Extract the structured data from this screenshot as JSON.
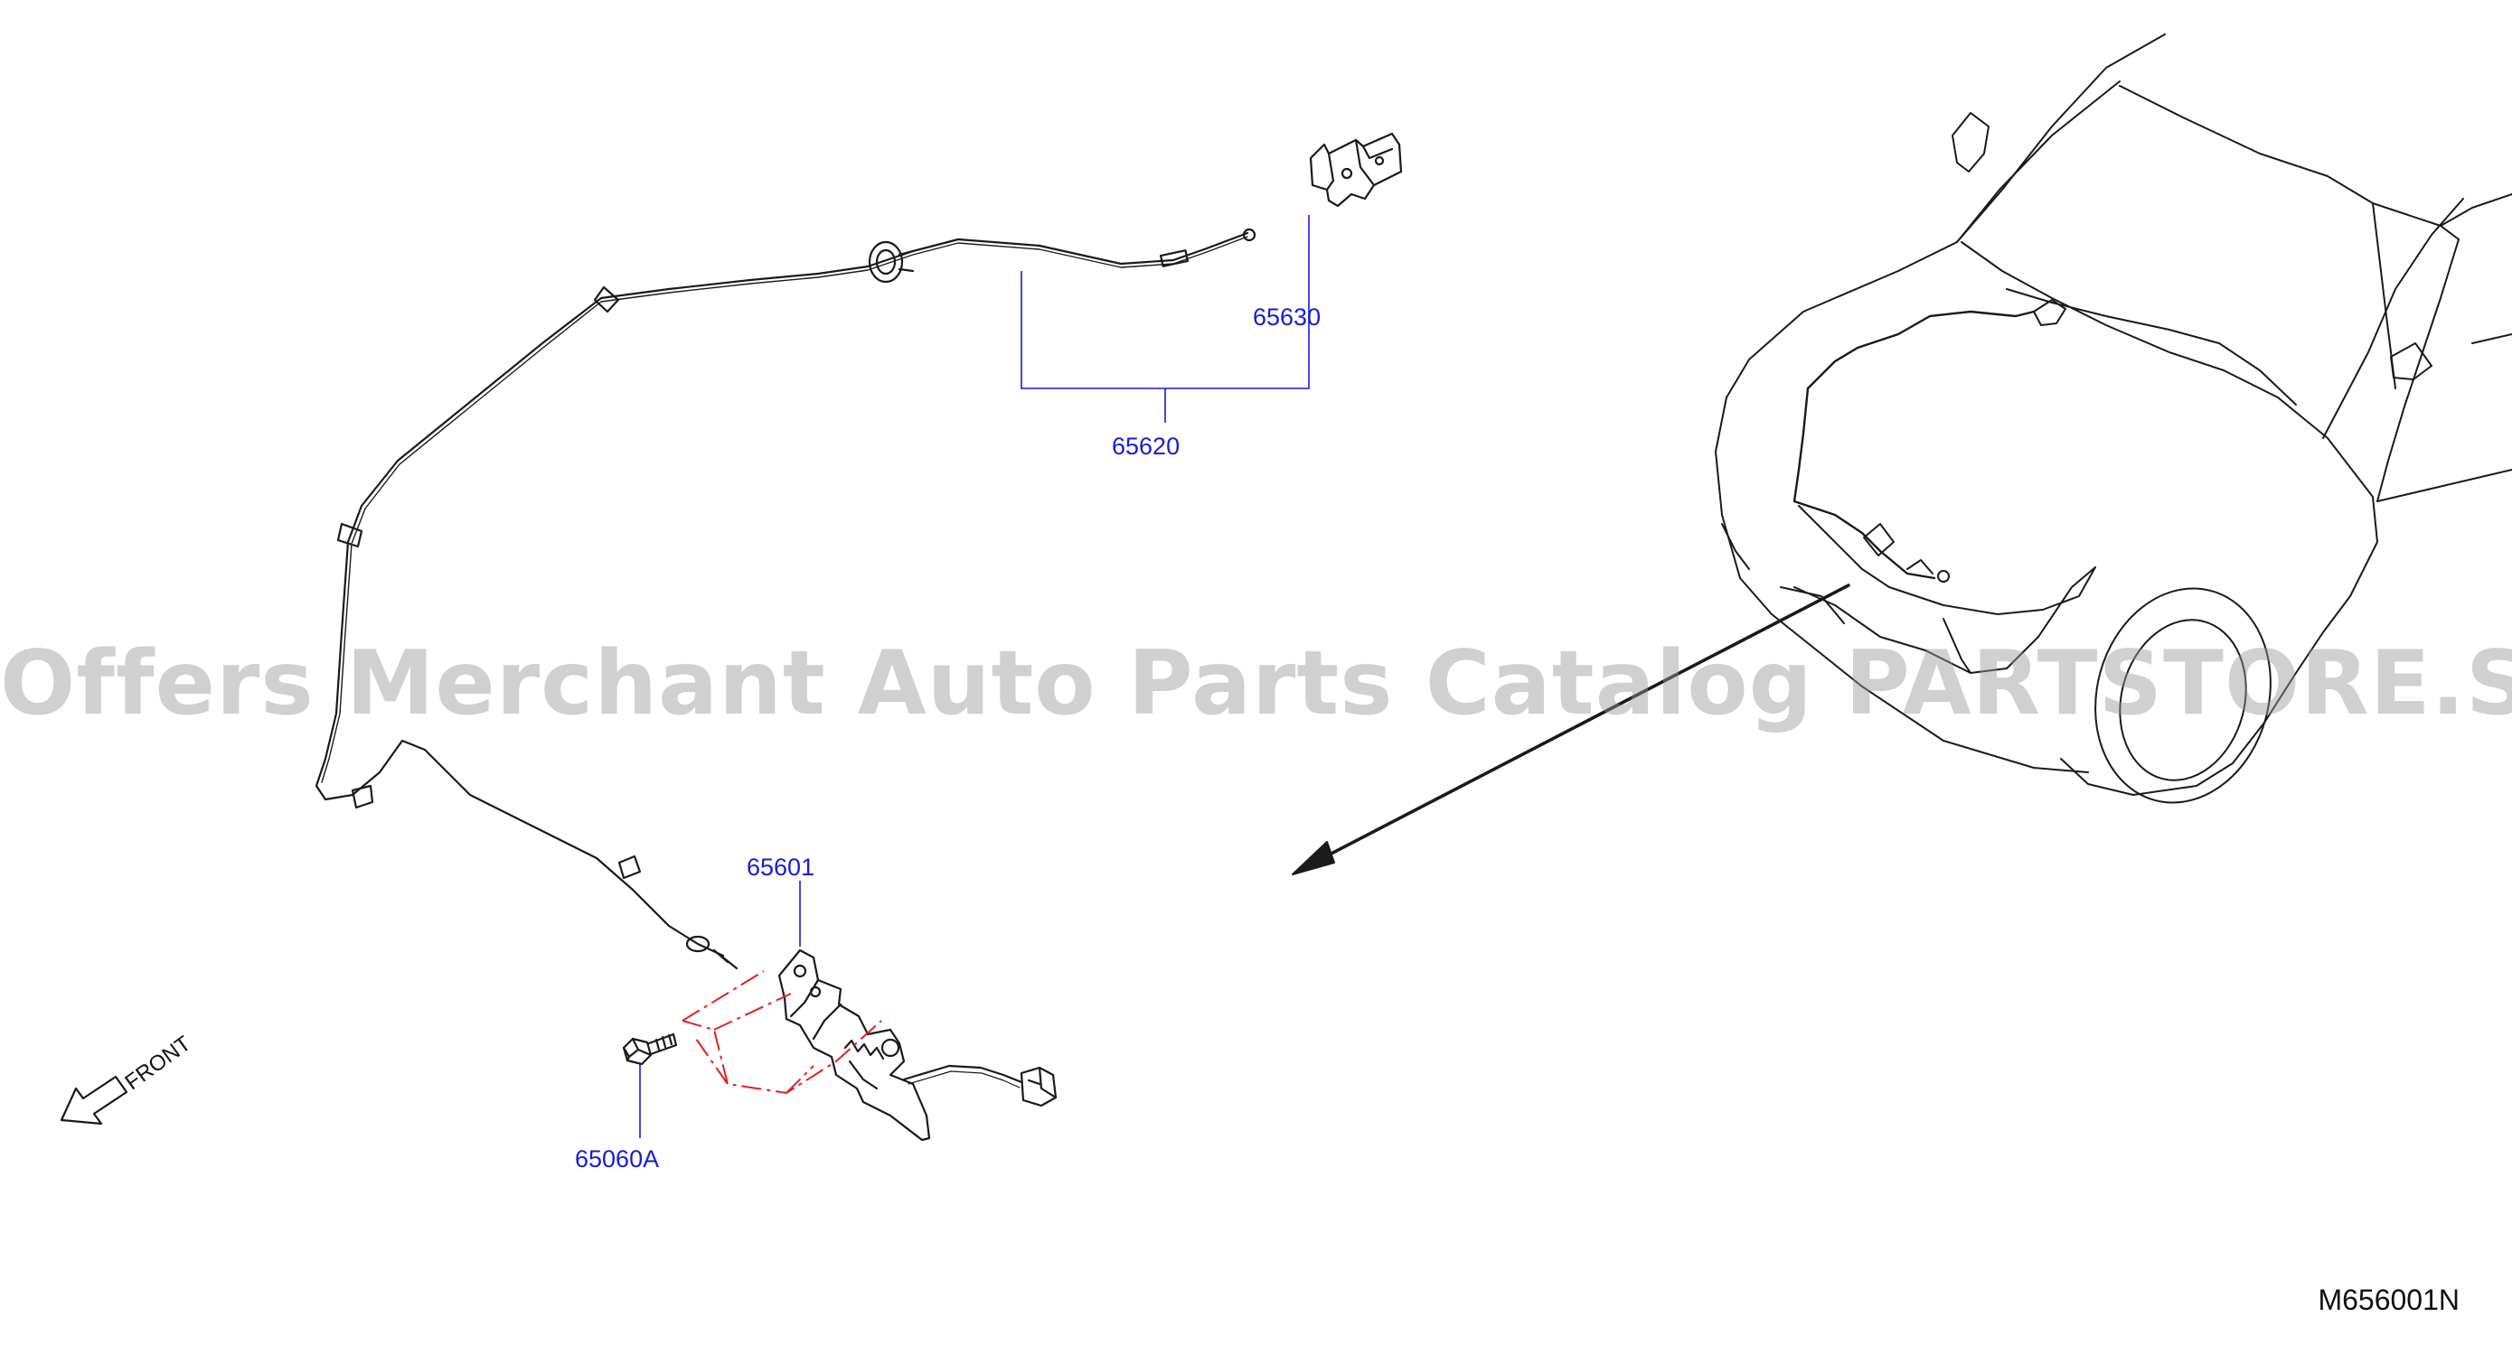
{
  "diagram": {
    "parts": [
      {
        "number": "65630"
      },
      {
        "number": "65620"
      },
      {
        "number": "65601"
      },
      {
        "number": "65060A"
      }
    ],
    "front_label": "FRONT",
    "watermark": "Offers Merchant Auto Parts Catalog PARTSTORE.SA",
    "diagram_code": "M656001N"
  },
  "colors": {
    "line": "#1a1a1a",
    "leader": "#1a1ad6",
    "label": "#1a1ad6",
    "phantom": "#e02020",
    "watermark": "#969696"
  }
}
